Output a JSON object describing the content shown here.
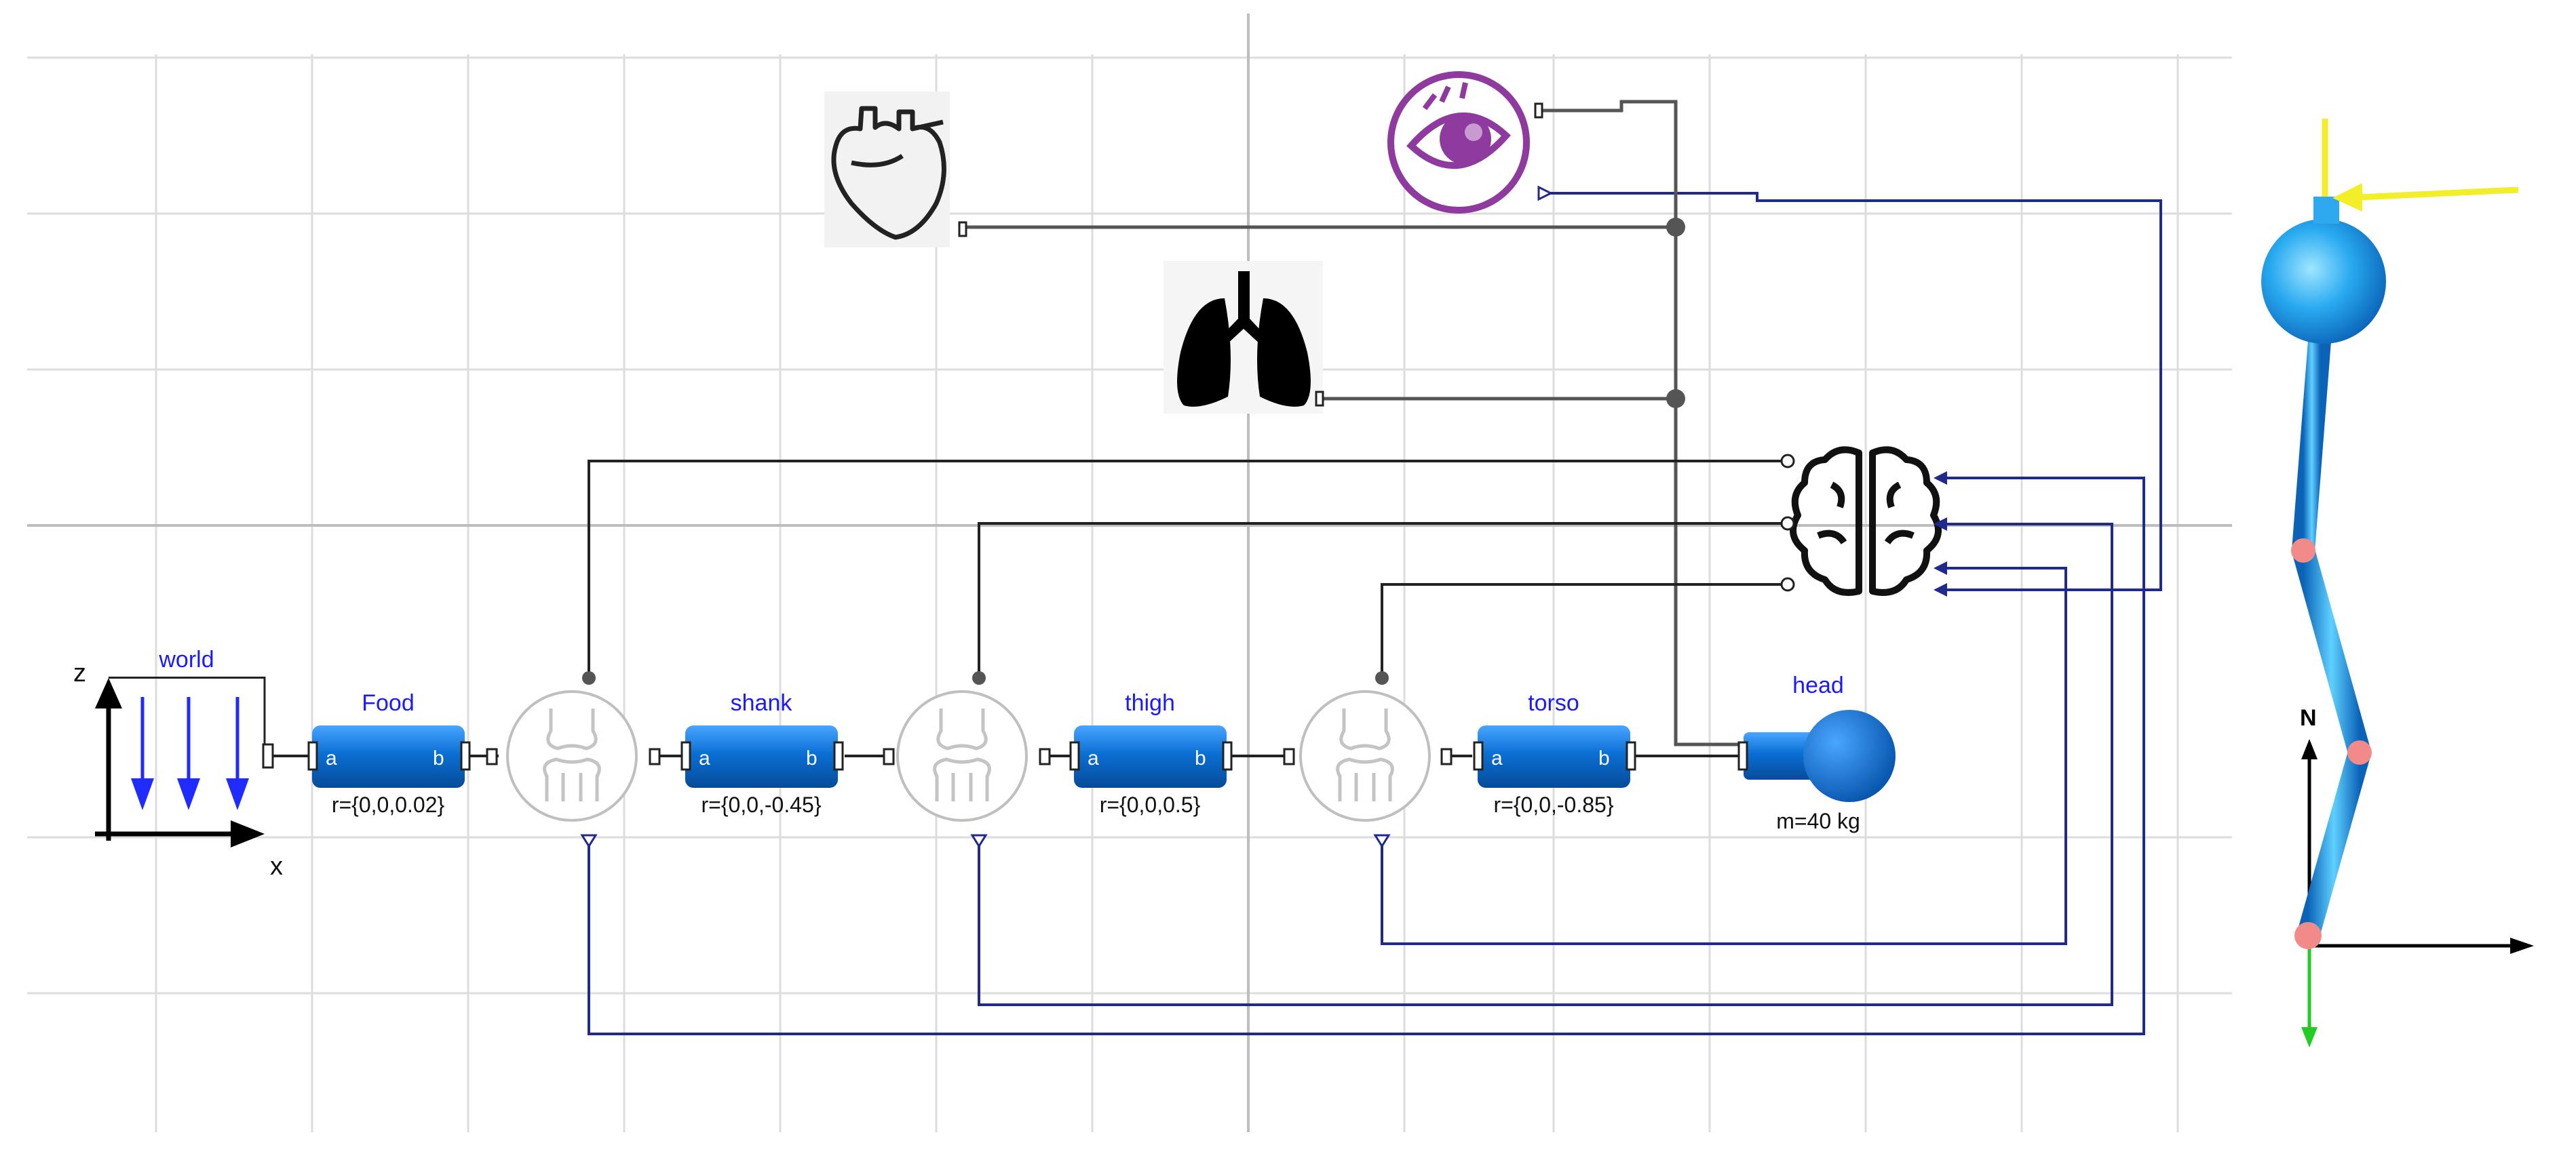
{
  "diagram": {
    "world": {
      "label": "world",
      "axis_z": "z",
      "axis_x": "x"
    },
    "bodies": [
      {
        "id": "food",
        "name": "Food",
        "param": "r={0,0,0.02}",
        "port_a": "a",
        "port_b": "b"
      },
      {
        "id": "shank",
        "name": "shank",
        "param": "r={0,0,-0.45}",
        "port_a": "a",
        "port_b": "b"
      },
      {
        "id": "thigh",
        "name": "thigh",
        "param": "r={0,0,0.5}",
        "port_a": "a",
        "port_b": "b"
      },
      {
        "id": "torso",
        "name": "torso",
        "param": "r={0,0,-0.85}",
        "port_a": "a",
        "port_b": "b"
      }
    ],
    "head": {
      "name": "head",
      "param": "m=40 kg"
    },
    "icons": [
      "heart-icon",
      "lungs-icon",
      "eye-icon",
      "brain-icon",
      "knee-joint-icon"
    ],
    "view3d": {
      "axis_label": "N"
    },
    "colors": {
      "body_blue": "#0a6fd4",
      "signal_navy": "#1f2a8c",
      "eye_purple": "#8e3a9e",
      "label_blue": "#1a1aff",
      "sensor_yellow": "#f2ee28",
      "axis_green": "#22cc22",
      "joint_pink": "#f28a8a"
    }
  }
}
